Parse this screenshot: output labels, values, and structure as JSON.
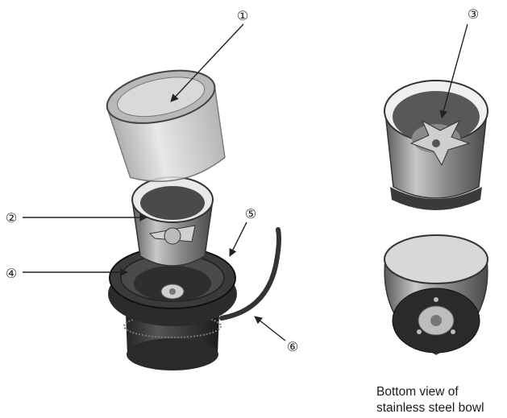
{
  "callouts": [
    "①",
    "②",
    "③",
    "④",
    "⑤",
    "⑥"
  ],
  "caption": {
    "line1": "Bottom view of",
    "line2": "stainless steel bowl"
  },
  "colors": {
    "dark_body": "#2e2e2e",
    "mid_gray": "#6a6a6a",
    "light_gray": "#bdbdbd",
    "steel": "#9a9a9a",
    "lid_tint": "#d6d6d6"
  }
}
